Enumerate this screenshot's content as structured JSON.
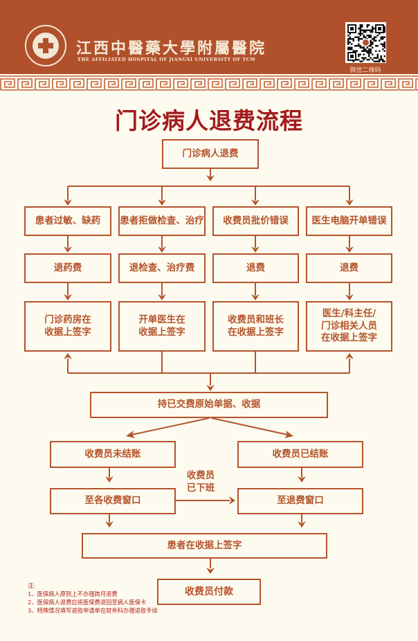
{
  "header": {
    "hospital_name_zh": "江西中醫藥大學附屬醫院",
    "hospital_name_en": "THE AFFILIATED HOSPITAL OF JIANGXI UNIVERSITY OF TCM",
    "qr_label": "微信二维码",
    "logo_icon": "hospital-cross-logo",
    "qr_icon": "wechat-qr-code"
  },
  "colors": {
    "header_bg": "#b1512b",
    "page_bg": "#fdfbef",
    "title_red": "#a31b1c",
    "flow_brown": "#b4532c",
    "notes_red": "#b31e1e"
  },
  "title": "门诊病人退费流程",
  "flow": {
    "start": "门诊病人退费",
    "branches": [
      {
        "reason": "患者过敏、缺药",
        "action": "退药费",
        "sign": "门诊药房在\n收据上签字"
      },
      {
        "reason": "患者拒做检查、治疗",
        "action": "退检查、治疗费",
        "sign": "开单医生在\n收据上签字"
      },
      {
        "reason": "收费员批价错误",
        "action": "退费",
        "sign": "收费员和班长\n在收据上签字"
      },
      {
        "reason": "医生电脑开单错误",
        "action": "退费",
        "sign": "医生/科主任/\n门诊相关人员\n在收据上签字"
      }
    ],
    "receipt": "持已交费原始单据、收据",
    "left_status": "收费员未结账",
    "right_status": "收费员已结账",
    "left_window": "至各收费窗口",
    "right_window": "至退费窗口",
    "transfer_label": "收费员\n已下班",
    "patient_sign": "患者在收据上签字",
    "payout": "收费员付款"
  },
  "notes": {
    "heading": "注:",
    "items": [
      "1、医保病人原则上不办理跨月退费",
      "2、医保病人退费应将医保费退回至病人医保卡",
      "3、特殊情况填写退款申请单在财务科办理退款手续"
    ]
  }
}
